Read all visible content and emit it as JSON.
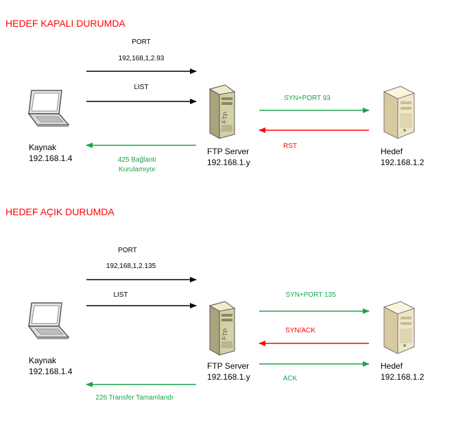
{
  "colors": {
    "title": "#ff0000",
    "green": "#1aa34a",
    "red": "#ff0000",
    "black": "#000000"
  },
  "top": {
    "title": "HEDEF KAPALI DURUMDA",
    "port_label": "PORT",
    "port_address": "192,168,1,2.93",
    "list_label": "LIST",
    "syn_label": "SYN+PORT 93",
    "rst_label": "RST",
    "reply_line1": "425 Bağlantı",
    "reply_line2": "Kurulamıyor",
    "client_name": "Kaynak",
    "client_ip": "192.168.1.4",
    "server_name": "FTP Server",
    "server_ip": "192.168.1.y",
    "target_name": "Hedef",
    "target_ip": "192.168.1.2",
    "client_icon": "laptop-icon",
    "server_icon": "ftp-server-icon",
    "target_icon": "server-tower-icon"
  },
  "bottom": {
    "title": "HEDEF AÇIK DURUMDA",
    "port_label": "PORT",
    "port_address": "192,168,1,2.135",
    "list_label": "LIST",
    "syn_label": "SYN+PORT 135",
    "synack_label": "SYN/ACK",
    "ack_label": "ACK",
    "reply": "226 Transfer Tamamlandı",
    "client_name": "Kaynak",
    "client_ip": "192.168.1.4",
    "server_name": "FTP Server",
    "server_ip": "192.168.1.y",
    "target_name": "Hedef",
    "target_ip": "192.168.1.2",
    "client_icon": "laptop-icon",
    "server_icon": "ftp-server-icon",
    "target_icon": "server-tower-icon"
  }
}
